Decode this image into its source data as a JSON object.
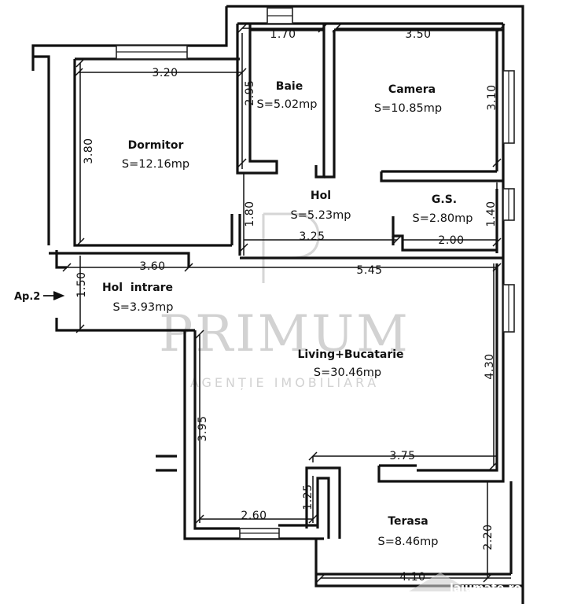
{
  "apartment_label": "Ap.2",
  "rooms": [
    {
      "name": "Dormitor",
      "area": "S=12.16mp"
    },
    {
      "name": "Baie",
      "area": "S=5.02mp"
    },
    {
      "name": "Camera",
      "area": "S=10.85mp"
    },
    {
      "name": "Hol",
      "area": "S=5.23mp"
    },
    {
      "name": "G.S.",
      "area": "S=2.80mp"
    },
    {
      "name": "Hol  intrare",
      "area": "S=3.93mp"
    },
    {
      "name": "Living+Bucatarie",
      "area": "S=30.46mp"
    },
    {
      "name": "Terasa",
      "area": "S=8.46mp"
    }
  ],
  "dimensions": [
    "1.70",
    "3.50",
    "3.20",
    "2.95",
    "3.10",
    "3.80",
    "1.80",
    "1.40",
    "3.25",
    "2.00",
    "3.60",
    "5.45",
    "1.50",
    "4.30",
    "3.95",
    "3.75",
    "1.25",
    "2.60",
    "2.20",
    "4.10"
  ],
  "watermark": {
    "brand": "PRIMUM",
    "tagline": "AGENȚIE IMOBILIARĂ"
  },
  "corner_logo": "lajumate.ro",
  "colors": {
    "walls": "#111111",
    "watermark": "#d2d2d2",
    "background": "#ffffff"
  }
}
